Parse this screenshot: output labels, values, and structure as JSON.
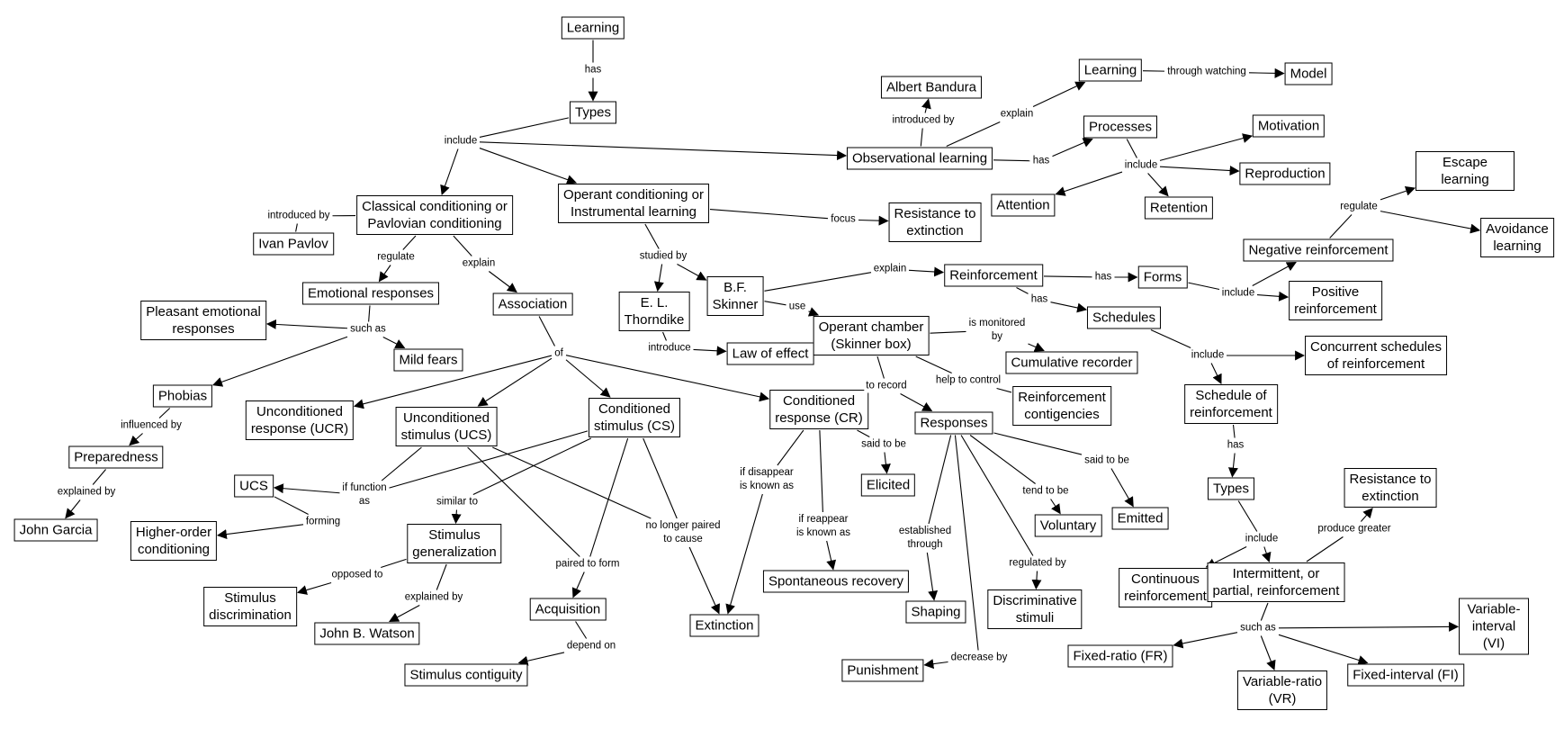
{
  "diagram": {
    "nodes": [
      {
        "id": "learning",
        "text": "Learning"
      },
      {
        "id": "types",
        "text": "Types"
      },
      {
        "id": "classical",
        "text": "Classical conditioning or\nPavlovian conditioning"
      },
      {
        "id": "operant",
        "text": "Operant conditioning or\nInstrumental learning"
      },
      {
        "id": "observational",
        "text": "Observational learning"
      },
      {
        "id": "bandura",
        "text": "Albert Bandura"
      },
      {
        "id": "learning2",
        "text": "Learning"
      },
      {
        "id": "model",
        "text": "Model"
      },
      {
        "id": "processes",
        "text": "Processes"
      },
      {
        "id": "motivation",
        "text": "Motivation"
      },
      {
        "id": "reproduction",
        "text": "Reproduction"
      },
      {
        "id": "attention",
        "text": "Attention"
      },
      {
        "id": "retention",
        "text": "Retention"
      },
      {
        "id": "escape",
        "text": "Escape learning"
      },
      {
        "id": "avoidance",
        "text": "Avoidance learning"
      },
      {
        "id": "negreinf",
        "text": "Negative reinforcement"
      },
      {
        "id": "posreinf",
        "text": "Positive\nreinforcement"
      },
      {
        "id": "forms",
        "text": "Forms"
      },
      {
        "id": "reinforcement",
        "text": "Reinforcement"
      },
      {
        "id": "schedules",
        "text": "Schedules"
      },
      {
        "id": "concurrent",
        "text": "Concurrent schedules\nof reinforcement"
      },
      {
        "id": "schedreinf",
        "text": "Schedule of\nreinforcement"
      },
      {
        "id": "types2",
        "text": "Types"
      },
      {
        "id": "continuous",
        "text": "Continuous\nreinforcement"
      },
      {
        "id": "intermittent",
        "text": "Intermittent, or\npartial, reinforcement"
      },
      {
        "id": "resext2",
        "text": "Resistance to\nextinction"
      },
      {
        "id": "fixedratio",
        "text": "Fixed-ratio (FR)"
      },
      {
        "id": "varratio",
        "text": "Variable-ratio\n(VR)"
      },
      {
        "id": "fixedint",
        "text": "Fixed-interval (FI)"
      },
      {
        "id": "varint",
        "text": "Variable-interval (VI)"
      },
      {
        "id": "resext1",
        "text": "Resistance to\nextinction"
      },
      {
        "id": "pavlov",
        "text": "Ivan Pavlov"
      },
      {
        "id": "emotional",
        "text": "Emotional responses"
      },
      {
        "id": "association",
        "text": "Association"
      },
      {
        "id": "thorndike",
        "text": "E. L.\nThorndike"
      },
      {
        "id": "skinner",
        "text": "B.F.\nSkinner"
      },
      {
        "id": "pleasant",
        "text": "Pleasant emotional\nresponses"
      },
      {
        "id": "mildfears",
        "text": "Mild fears"
      },
      {
        "id": "phobias",
        "text": "Phobias"
      },
      {
        "id": "preparedness",
        "text": "Preparedness"
      },
      {
        "id": "garcia",
        "text": "John Garcia"
      },
      {
        "id": "ucr",
        "text": "Unconditioned\nresponse (UCR)"
      },
      {
        "id": "ucsfull",
        "text": "Unconditioned\nstimulus (UCS)"
      },
      {
        "id": "cs",
        "text": "Conditioned\nstimulus (CS)"
      },
      {
        "id": "cr",
        "text": "Conditioned\nresponse (CR)"
      },
      {
        "id": "lawofeffect",
        "text": "Law of effect"
      },
      {
        "id": "chamber",
        "text": "Operant chamber\n(Skinner box)"
      },
      {
        "id": "cumrec",
        "text": "Cumulative recorder"
      },
      {
        "id": "reinfcont",
        "text": "Reinforcement\ncontigencies"
      },
      {
        "id": "responses",
        "text": "Responses"
      },
      {
        "id": "ucs",
        "text": "UCS"
      },
      {
        "id": "higherorder",
        "text": "Higher-order\nconditioning"
      },
      {
        "id": "stimgen",
        "text": "Stimulus\ngeneralization"
      },
      {
        "id": "stimdisc",
        "text": "Stimulus\ndiscrimination"
      },
      {
        "id": "watson",
        "text": "John B. Watson"
      },
      {
        "id": "acquisition",
        "text": "Acquisition"
      },
      {
        "id": "contiguity",
        "text": "Stimulus contiguity"
      },
      {
        "id": "extinction",
        "text": "Extinction"
      },
      {
        "id": "elicited",
        "text": "Elicited"
      },
      {
        "id": "spontaneous",
        "text": "Spontaneous recovery"
      },
      {
        "id": "voluntary",
        "text": "Voluntary"
      },
      {
        "id": "emitted",
        "text": "Emitted"
      },
      {
        "id": "shaping",
        "text": "Shaping"
      },
      {
        "id": "discstim",
        "text": "Discriminative\nstimuli"
      },
      {
        "id": "punishment",
        "text": "Punishment"
      }
    ],
    "labels": [
      {
        "id": "has1",
        "text": "has"
      },
      {
        "id": "include1",
        "text": "include"
      },
      {
        "id": "introby1",
        "text": "introduced by"
      },
      {
        "id": "explain1",
        "text": "explain"
      },
      {
        "id": "throughwatching",
        "text": "through watching"
      },
      {
        "id": "has2",
        "text": "has"
      },
      {
        "id": "include2",
        "text": "include"
      },
      {
        "id": "introby2",
        "text": "introduced by"
      },
      {
        "id": "regulate1",
        "text": "regulate"
      },
      {
        "id": "explain2",
        "text": "explain"
      },
      {
        "id": "studiedby",
        "text": "studied by"
      },
      {
        "id": "focus",
        "text": "focus"
      },
      {
        "id": "explain3",
        "text": "explain"
      },
      {
        "id": "has3",
        "text": "has"
      },
      {
        "id": "has4",
        "text": "has"
      },
      {
        "id": "include3",
        "text": "include"
      },
      {
        "id": "regulate2",
        "text": "regulate"
      },
      {
        "id": "use",
        "text": "use"
      },
      {
        "id": "introduce",
        "text": "introduce"
      },
      {
        "id": "ismonitored",
        "text": "is monitored\nby"
      },
      {
        "id": "suchas1",
        "text": "such as"
      },
      {
        "id": "of",
        "text": "of"
      },
      {
        "id": "include4",
        "text": "include"
      },
      {
        "id": "torecord",
        "text": "to record"
      },
      {
        "id": "helptocontrol",
        "text": "help to control"
      },
      {
        "id": "influencedby",
        "text": "influenced by"
      },
      {
        "id": "has5",
        "text": "has"
      },
      {
        "id": "explainedby1",
        "text": "explained by"
      },
      {
        "id": "saidtobe1",
        "text": "said to be"
      },
      {
        "id": "saidtobe2",
        "text": "said to be"
      },
      {
        "id": "iffunction",
        "text": "if function\nas"
      },
      {
        "id": "ifdisappear",
        "text": "if disappear\nis known as"
      },
      {
        "id": "tendtobe",
        "text": "tend to be"
      },
      {
        "id": "similarto",
        "text": "similar to"
      },
      {
        "id": "forming",
        "text": "forming"
      },
      {
        "id": "ifreappear",
        "text": "if reappear\nis known as"
      },
      {
        "id": "nolonger",
        "text": "no longer paired\nto cause"
      },
      {
        "id": "include5",
        "text": "include"
      },
      {
        "id": "producegreater",
        "text": "produce greater"
      },
      {
        "id": "established",
        "text": "established\nthrough"
      },
      {
        "id": "pairedtoform",
        "text": "paired to form"
      },
      {
        "id": "regulatedby",
        "text": "regulated by"
      },
      {
        "id": "opposedto",
        "text": "opposed to"
      },
      {
        "id": "explainedby2",
        "text": "explained by"
      },
      {
        "id": "suchas2",
        "text": "such as"
      },
      {
        "id": "dependon",
        "text": "depend on"
      },
      {
        "id": "decreaseby",
        "text": "decrease by"
      }
    ],
    "edges": [
      [
        "learning",
        "has1",
        0
      ],
      [
        "has1",
        "types",
        1
      ],
      [
        "types",
        "include1",
        0
      ],
      [
        "include1",
        "classical",
        1
      ],
      [
        "include1",
        "operant",
        1
      ],
      [
        "include1",
        "observational",
        1
      ],
      [
        "observational",
        "introby1",
        0
      ],
      [
        "introby1",
        "bandura",
        1
      ],
      [
        "observational",
        "explain1",
        0
      ],
      [
        "explain1",
        "learning2",
        1
      ],
      [
        "learning2",
        "throughwatching",
        0
      ],
      [
        "throughwatching",
        "model",
        1
      ],
      [
        "observational",
        "has2",
        0
      ],
      [
        "has2",
        "processes",
        1
      ],
      [
        "processes",
        "include2",
        0
      ],
      [
        "include2",
        "motivation",
        1
      ],
      [
        "include2",
        "reproduction",
        1
      ],
      [
        "include2",
        "attention",
        1
      ],
      [
        "include2",
        "retention",
        1
      ],
      [
        "classical",
        "introby2",
        0
      ],
      [
        "introby2",
        "pavlov",
        0
      ],
      [
        "classical",
        "regulate1",
        0
      ],
      [
        "regulate1",
        "emotional",
        1
      ],
      [
        "classical",
        "explain2",
        0
      ],
      [
        "explain2",
        "association",
        1
      ],
      [
        "operant",
        "studiedby",
        0
      ],
      [
        "studiedby",
        "thorndike",
        1
      ],
      [
        "studiedby",
        "skinner",
        1
      ],
      [
        "operant",
        "focus",
        0
      ],
      [
        "focus",
        "resext1",
        1
      ],
      [
        "skinner",
        "explain3",
        0
      ],
      [
        "explain3",
        "reinforcement",
        1
      ],
      [
        "reinforcement",
        "has3",
        0
      ],
      [
        "has3",
        "forms",
        1
      ],
      [
        "reinforcement",
        "has4",
        0
      ],
      [
        "has4",
        "schedules",
        1
      ],
      [
        "forms",
        "include3",
        0
      ],
      [
        "include3",
        "negreinf",
        1
      ],
      [
        "include3",
        "posreinf",
        1
      ],
      [
        "negreinf",
        "regulate2",
        0
      ],
      [
        "regulate2",
        "escape",
        1
      ],
      [
        "regulate2",
        "avoidance",
        1
      ],
      [
        "skinner",
        "use",
        0
      ],
      [
        "use",
        "chamber",
        1
      ],
      [
        "thorndike",
        "introduce",
        0
      ],
      [
        "introduce",
        "lawofeffect",
        1
      ],
      [
        "chamber",
        "ismonitored",
        0
      ],
      [
        "ismonitored",
        "cumrec",
        1
      ],
      [
        "chamber",
        "torecord",
        0
      ],
      [
        "torecord",
        "responses",
        1
      ],
      [
        "chamber",
        "helptocontrol",
        0
      ],
      [
        "helptocontrol",
        "reinfcont",
        0
      ],
      [
        "emotional",
        "suchas1",
        0
      ],
      [
        "suchas1",
        "pleasant",
        1
      ],
      [
        "suchas1",
        "mildfears",
        1
      ],
      [
        "suchas1",
        "phobias",
        1
      ],
      [
        "phobias",
        "influencedby",
        0
      ],
      [
        "influencedby",
        "preparedness",
        1
      ],
      [
        "preparedness",
        "explainedby1",
        0
      ],
      [
        "explainedby1",
        "garcia",
        1
      ],
      [
        "association",
        "of",
        0
      ],
      [
        "of",
        "ucr",
        1
      ],
      [
        "of",
        "ucsfull",
        1
      ],
      [
        "of",
        "cs",
        1
      ],
      [
        "of",
        "cr",
        1
      ],
      [
        "schedules",
        "include4",
        0
      ],
      [
        "include4",
        "concurrent",
        1
      ],
      [
        "include4",
        "schedreinf",
        1
      ],
      [
        "schedreinf",
        "has5",
        0
      ],
      [
        "has5",
        "types2",
        1
      ],
      [
        "types2",
        "include5",
        0
      ],
      [
        "include5",
        "continuous",
        1
      ],
      [
        "include5",
        "intermittent",
        1
      ],
      [
        "intermittent",
        "producegreater",
        0
      ],
      [
        "producegreater",
        "resext2",
        1
      ],
      [
        "intermittent",
        "suchas2",
        0
      ],
      [
        "suchas2",
        "fixedratio",
        1
      ],
      [
        "suchas2",
        "varratio",
        1
      ],
      [
        "suchas2",
        "fixedint",
        1
      ],
      [
        "suchas2",
        "varint",
        1
      ],
      [
        "cr",
        "saidtobe1",
        0
      ],
      [
        "saidtobe1",
        "elicited",
        1
      ],
      [
        "cr",
        "ifdisappear",
        0
      ],
      [
        "ifdisappear",
        "extinction",
        1
      ],
      [
        "cr",
        "ifreappear",
        0
      ],
      [
        "ifreappear",
        "spontaneous",
        1
      ],
      [
        "responses",
        "saidtobe2",
        0
      ],
      [
        "saidtobe2",
        "emitted",
        1
      ],
      [
        "responses",
        "tendtobe",
        0
      ],
      [
        "tendtobe",
        "voluntary",
        1
      ],
      [
        "responses",
        "established",
        0
      ],
      [
        "established",
        "shaping",
        1
      ],
      [
        "responses",
        "regulatedby",
        0
      ],
      [
        "regulatedby",
        "discstim",
        1
      ],
      [
        "responses",
        "decreaseby",
        0
      ],
      [
        "decreaseby",
        "punishment",
        1
      ],
      [
        "cs",
        "iffunction",
        0
      ],
      [
        "ucsfull",
        "iffunction",
        0
      ],
      [
        "iffunction",
        "ucs",
        1
      ],
      [
        "ucs",
        "forming",
        0
      ],
      [
        "forming",
        "higherorder",
        1
      ],
      [
        "cs",
        "similarto",
        0
      ],
      [
        "similarto",
        "stimgen",
        1
      ],
      [
        "stimgen",
        "opposedto",
        0
      ],
      [
        "opposedto",
        "stimdisc",
        1
      ],
      [
        "stimgen",
        "explainedby2",
        0
      ],
      [
        "explainedby2",
        "watson",
        1
      ],
      [
        "cs",
        "pairedtoform",
        0
      ],
      [
        "ucsfull",
        "pairedtoform",
        0
      ],
      [
        "pairedtoform",
        "acquisition",
        1
      ],
      [
        "acquisition",
        "dependon",
        0
      ],
      [
        "dependon",
        "contiguity",
        1
      ],
      [
        "cs",
        "nolonger",
        0
      ],
      [
        "ucsfull",
        "nolonger",
        0
      ],
      [
        "nolonger",
        "extinction",
        1
      ]
    ]
  }
}
